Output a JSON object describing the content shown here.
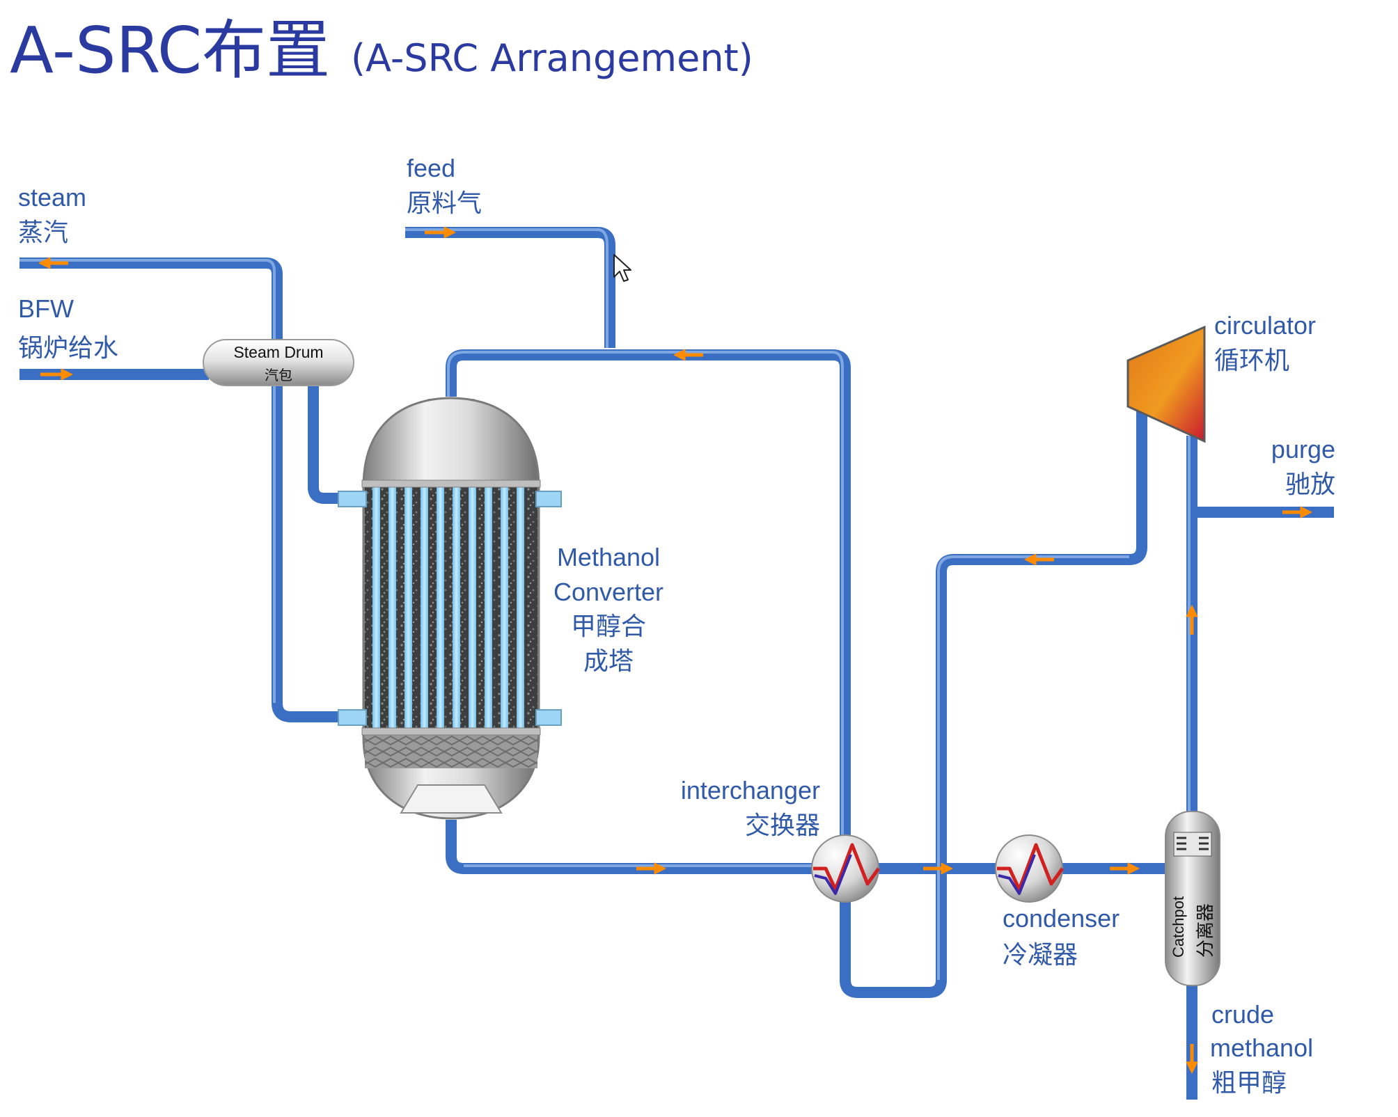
{
  "title": {
    "main": "A-SRC布置",
    "sub": "(A-SRC Arrangement)"
  },
  "labels": {
    "steam": [
      "steam",
      "蒸汽"
    ],
    "bfw": [
      "BFW",
      "锅炉给水"
    ],
    "feed": [
      "feed",
      "原料气"
    ],
    "converter": [
      "Methanol",
      "Converter",
      "甲醇合",
      "成塔"
    ],
    "interchanger": [
      "interchanger",
      "交换器"
    ],
    "condenser": [
      "condenser",
      "冷凝器"
    ],
    "circulator": [
      "circulator",
      "循环机"
    ],
    "purge": [
      "purge",
      "驰放"
    ],
    "crude": [
      "crude",
      "methanol",
      "粗甲醇"
    ]
  },
  "steam_drum": {
    "line1": "Steam Drum",
    "line2": "汽包"
  },
  "catchpot": {
    "line1": "Catchpot",
    "line2": "分离器"
  },
  "colors": {
    "title": "#2a3aa0",
    "label": "#3059a8",
    "pipe": "#3a6fc4",
    "arrow": "#ff8c00",
    "tube": "#8fd0f5",
    "circulator_hot": "#c0202e",
    "circulator_warm": "#f08a20"
  }
}
